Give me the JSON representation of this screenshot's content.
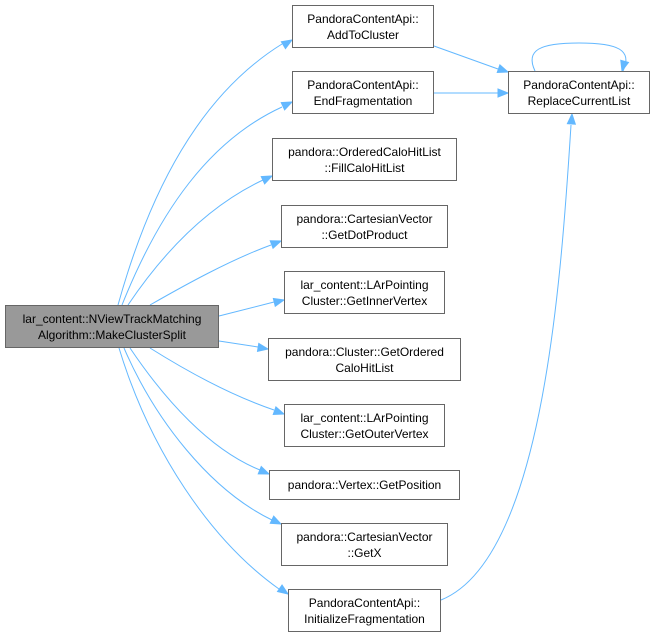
{
  "diagram": {
    "edge_color": "#63b8ff",
    "root": {
      "id": "root",
      "lines": [
        "lar_content::NViewTrackMatching",
        "Algorithm::MakeClusterSplit"
      ]
    },
    "nodes": [
      {
        "id": "add",
        "lines": [
          "PandoraContentApi::",
          "AddToCluster"
        ]
      },
      {
        "id": "endfrag",
        "lines": [
          "PandoraContentApi::",
          "EndFragmentation"
        ]
      },
      {
        "id": "fill",
        "lines": [
          "pandora::OrderedCaloHitList",
          "::FillCaloHitList"
        ]
      },
      {
        "id": "dot",
        "lines": [
          "pandora::CartesianVector",
          "::GetDotProduct"
        ]
      },
      {
        "id": "inner",
        "lines": [
          "lar_content::LArPointing",
          "Cluster::GetInnerVertex"
        ]
      },
      {
        "id": "ordered",
        "lines": [
          "pandora::Cluster::GetOrdered",
          "CaloHitList"
        ]
      },
      {
        "id": "outer",
        "lines": [
          "lar_content::LArPointing",
          "Cluster::GetOuterVertex"
        ]
      },
      {
        "id": "pos",
        "lines": [
          "pandora::Vertex::GetPosition"
        ]
      },
      {
        "id": "getx",
        "lines": [
          "pandora::CartesianVector",
          "::GetX"
        ]
      },
      {
        "id": "initfrag",
        "lines": [
          "PandoraContentApi::",
          "InitializeFragmentation"
        ]
      },
      {
        "id": "replace",
        "lines": [
          "PandoraContentApi::",
          "ReplaceCurrentList"
        ]
      }
    ],
    "edges": [
      [
        "root",
        "add"
      ],
      [
        "root",
        "endfrag"
      ],
      [
        "root",
        "fill"
      ],
      [
        "root",
        "dot"
      ],
      [
        "root",
        "inner"
      ],
      [
        "root",
        "ordered"
      ],
      [
        "root",
        "outer"
      ],
      [
        "root",
        "pos"
      ],
      [
        "root",
        "getx"
      ],
      [
        "root",
        "initfrag"
      ],
      [
        "add",
        "replace"
      ],
      [
        "endfrag",
        "replace"
      ],
      [
        "initfrag",
        "replace"
      ],
      [
        "replace",
        "replace"
      ]
    ]
  }
}
